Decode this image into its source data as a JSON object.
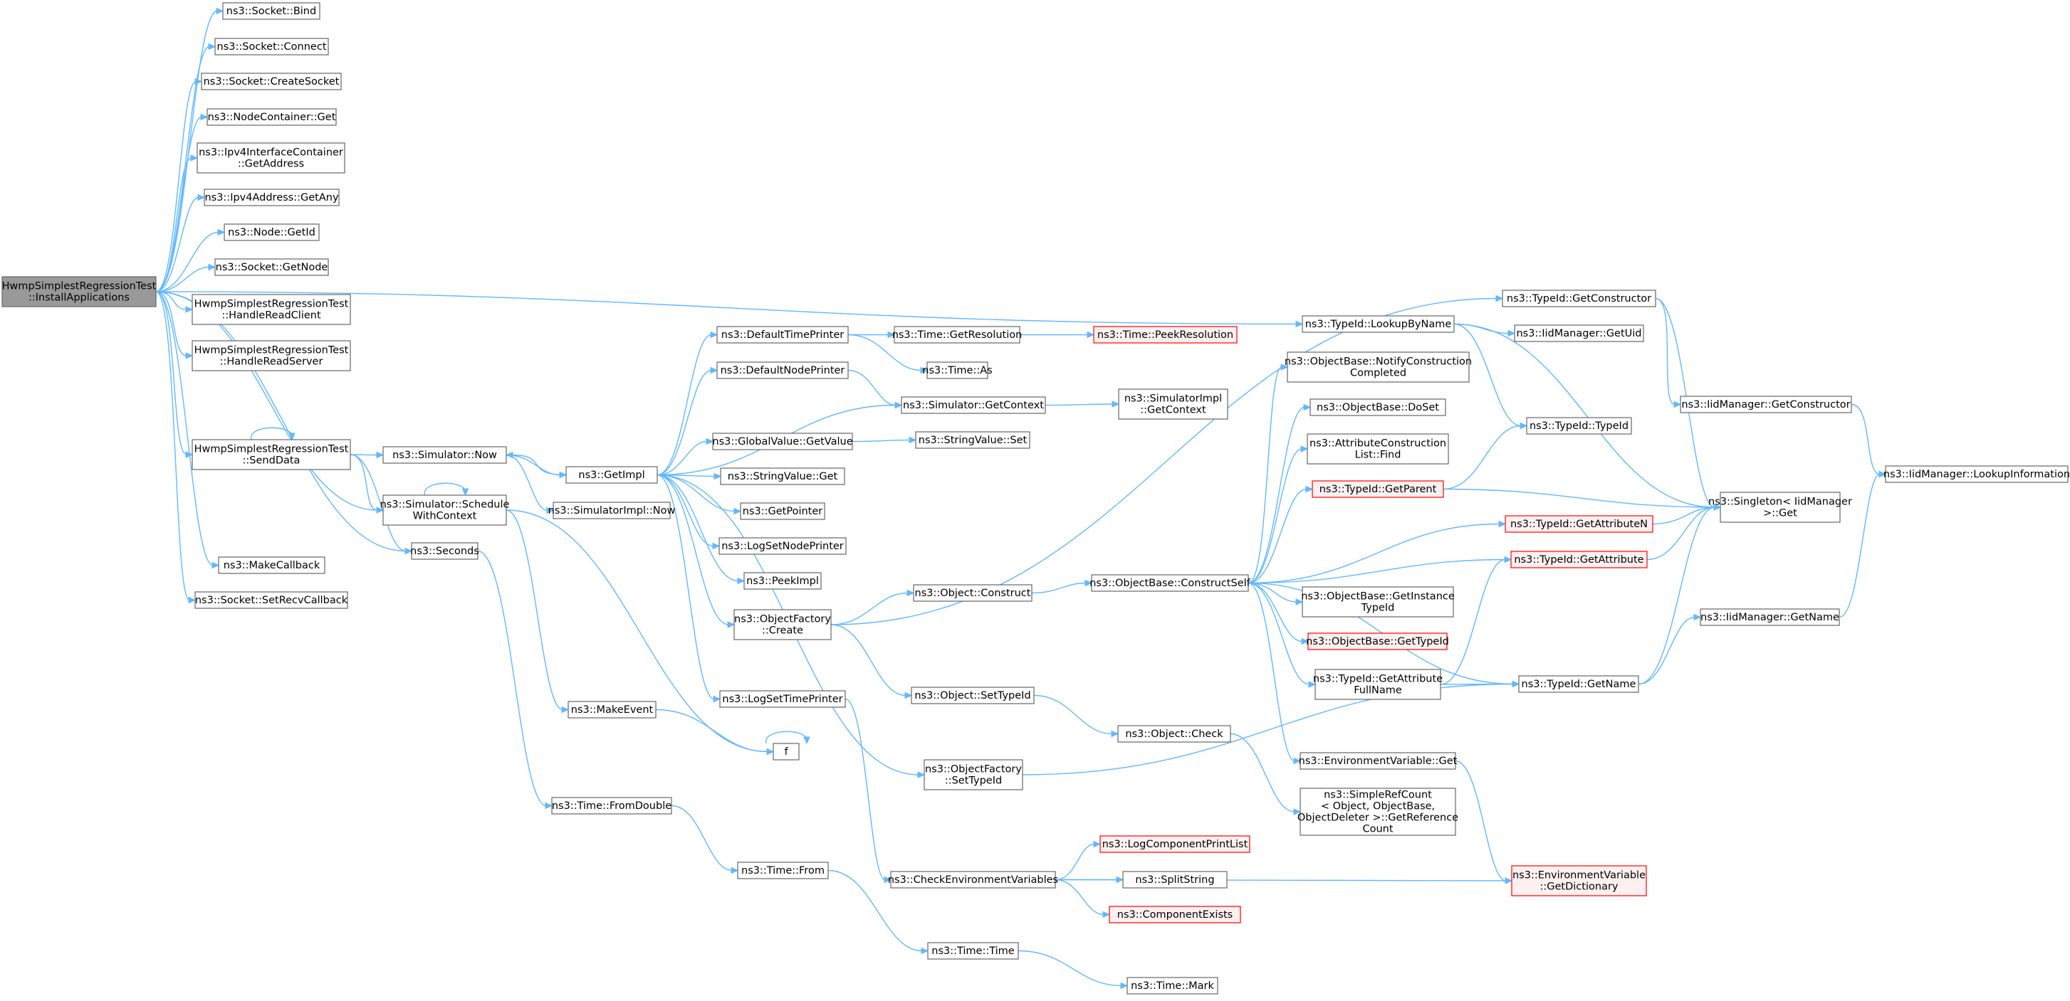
{
  "diagram": {
    "title": "",
    "nodes": [
      {
        "id": "root",
        "lines": [
          "HwmpSimplestRegressionTest",
          "::InstallApplications"
        ],
        "style": "root"
      },
      {
        "id": "sockBind",
        "lines": [
          "ns3::Socket::Bind"
        ],
        "style": "normal"
      },
      {
        "id": "sockConnect",
        "lines": [
          "ns3::Socket::Connect"
        ],
        "style": "normal"
      },
      {
        "id": "sockCreate",
        "lines": [
          "ns3::Socket::CreateSocket"
        ],
        "style": "normal"
      },
      {
        "id": "nodeContGet",
        "lines": [
          "ns3::NodeContainer::Get"
        ],
        "style": "normal"
      },
      {
        "id": "ipv4IfcGetAddr",
        "lines": [
          "ns3::Ipv4InterfaceContainer",
          "::GetAddress"
        ],
        "style": "normal"
      },
      {
        "id": "ipv4GetAny",
        "lines": [
          "ns3::Ipv4Address::GetAny"
        ],
        "style": "normal"
      },
      {
        "id": "nodeGetId",
        "lines": [
          "ns3::Node::GetId"
        ],
        "style": "normal"
      },
      {
        "id": "sockGetNode",
        "lines": [
          "ns3::Socket::GetNode"
        ],
        "style": "normal"
      },
      {
        "id": "handleReadClient",
        "lines": [
          "HwmpSimplestRegressionTest",
          "::HandleReadClient"
        ],
        "style": "normal"
      },
      {
        "id": "handleReadServer",
        "lines": [
          "HwmpSimplestRegressionTest",
          "::HandleReadServer"
        ],
        "style": "normal"
      },
      {
        "id": "sendData",
        "lines": [
          "HwmpSimplestRegressionTest",
          "::SendData"
        ],
        "style": "normal"
      },
      {
        "id": "makeCallback",
        "lines": [
          "ns3::MakeCallback"
        ],
        "style": "normal"
      },
      {
        "id": "setRecvCb",
        "lines": [
          "ns3::Socket::SetRecvCallback"
        ],
        "style": "normal"
      },
      {
        "id": "simNow",
        "lines": [
          "ns3::Simulator::Now"
        ],
        "style": "normal"
      },
      {
        "id": "simSchedule",
        "lines": [
          "ns3::Simulator::Schedule",
          "WithContext"
        ],
        "style": "normal"
      },
      {
        "id": "seconds",
        "lines": [
          "ns3::Seconds"
        ],
        "style": "normal"
      },
      {
        "id": "getImpl",
        "lines": [
          "ns3::GetImpl"
        ],
        "style": "normal"
      },
      {
        "id": "simImplNow",
        "lines": [
          "ns3::SimulatorImpl::Now"
        ],
        "style": "normal"
      },
      {
        "id": "defTimePrinter",
        "lines": [
          "ns3::DefaultTimePrinter"
        ],
        "style": "normal"
      },
      {
        "id": "defNodePrinter",
        "lines": [
          "ns3::DefaultNodePrinter"
        ],
        "style": "normal"
      },
      {
        "id": "globalGetValue",
        "lines": [
          "ns3::GlobalValue::GetValue"
        ],
        "style": "normal"
      },
      {
        "id": "strValGet",
        "lines": [
          "ns3::StringValue::Get"
        ],
        "style": "normal"
      },
      {
        "id": "getPointer",
        "lines": [
          "ns3::GetPointer"
        ],
        "style": "normal"
      },
      {
        "id": "logSetNodePrinter",
        "lines": [
          "ns3::LogSetNodePrinter"
        ],
        "style": "normal"
      },
      {
        "id": "peekImpl",
        "lines": [
          "ns3::PeekImpl"
        ],
        "style": "normal"
      },
      {
        "id": "objFactCreate",
        "lines": [
          "ns3::ObjectFactory",
          "::Create"
        ],
        "style": "normal"
      },
      {
        "id": "logSetTimePrinter",
        "lines": [
          "ns3::LogSetTimePrinter"
        ],
        "style": "normal"
      },
      {
        "id": "makeEvent",
        "lines": [
          "ns3::MakeEvent"
        ],
        "style": "normal"
      },
      {
        "id": "f",
        "lines": [
          "f"
        ],
        "style": "normal"
      },
      {
        "id": "timeFromDouble",
        "lines": [
          "ns3::Time::FromDouble"
        ],
        "style": "normal"
      },
      {
        "id": "timeFrom",
        "lines": [
          "ns3::Time::From"
        ],
        "style": "normal"
      },
      {
        "id": "timeGetRes",
        "lines": [
          "ns3::Time::GetResolution"
        ],
        "style": "normal"
      },
      {
        "id": "timePeekRes",
        "lines": [
          "ns3::Time::PeekResolution"
        ],
        "style": "red"
      },
      {
        "id": "timeAs",
        "lines": [
          "ns3::Time::As"
        ],
        "style": "normal"
      },
      {
        "id": "simGetContext",
        "lines": [
          "ns3::Simulator::GetContext"
        ],
        "style": "normal"
      },
      {
        "id": "simImplGetContext",
        "lines": [
          "ns3::SimulatorImpl",
          "::GetContext"
        ],
        "style": "normal"
      },
      {
        "id": "strValSet",
        "lines": [
          "ns3::StringValue::Set"
        ],
        "style": "normal"
      },
      {
        "id": "objConstruct",
        "lines": [
          "ns3::Object::Construct"
        ],
        "style": "normal"
      },
      {
        "id": "objSetTypeId",
        "lines": [
          "ns3::Object::SetTypeId"
        ],
        "style": "normal"
      },
      {
        "id": "objFactSetTypeId",
        "lines": [
          "ns3::ObjectFactory",
          "::SetTypeId"
        ],
        "style": "normal"
      },
      {
        "id": "checkEnvVars",
        "lines": [
          "ns3::CheckEnvironmentVariables"
        ],
        "style": "normal"
      },
      {
        "id": "timeTime",
        "lines": [
          "ns3::Time::Time"
        ],
        "style": "normal"
      },
      {
        "id": "timeMark",
        "lines": [
          "ns3::Time::Mark"
        ],
        "style": "normal"
      },
      {
        "id": "logCompPrintList",
        "lines": [
          "ns3::LogComponentPrintList"
        ],
        "style": "red"
      },
      {
        "id": "splitString",
        "lines": [
          "ns3::SplitString"
        ],
        "style": "normal"
      },
      {
        "id": "componentExists",
        "lines": [
          "ns3::ComponentExists"
        ],
        "style": "red"
      },
      {
        "id": "objCheck",
        "lines": [
          "ns3::Object::Check"
        ],
        "style": "normal"
      },
      {
        "id": "objBaseConstructSelf",
        "lines": [
          "ns3::ObjectBase::ConstructSelf"
        ],
        "style": "normal"
      },
      {
        "id": "typeIdLookupByName",
        "lines": [
          "ns3::TypeId::LookupByName"
        ],
        "style": "normal"
      },
      {
        "id": "notifyConstruction",
        "lines": [
          "ns3::ObjectBase::NotifyConstruction",
          "Completed"
        ],
        "style": "normal"
      },
      {
        "id": "objBaseDoSet",
        "lines": [
          "ns3::ObjectBase::DoSet"
        ],
        "style": "normal"
      },
      {
        "id": "attrConstrFind",
        "lines": [
          "ns3::AttributeConstruction",
          "List::Find"
        ],
        "style": "normal"
      },
      {
        "id": "typeIdGetParent",
        "lines": [
          "ns3::TypeId::GetParent"
        ],
        "style": "red"
      },
      {
        "id": "objBaseGetInstTid",
        "lines": [
          "ns3::ObjectBase::GetInstance",
          "TypeId"
        ],
        "style": "normal"
      },
      {
        "id": "objBaseGetTid",
        "lines": [
          "ns3::ObjectBase::GetTypeId"
        ],
        "style": "red"
      },
      {
        "id": "tidGetAttrFullName",
        "lines": [
          "ns3::TypeId::GetAttribute",
          "FullName"
        ],
        "style": "normal"
      },
      {
        "id": "envVarGet",
        "lines": [
          "ns3::EnvironmentVariable::Get"
        ],
        "style": "normal"
      },
      {
        "id": "simpleRefCount",
        "lines": [
          "ns3::SimpleRefCount",
          "< Object, ObjectBase,",
          " ObjectDeleter >::GetReference",
          "Count"
        ],
        "style": "normal"
      },
      {
        "id": "tidGetConstructor",
        "lines": [
          "ns3::TypeId::GetConstructor"
        ],
        "style": "normal"
      },
      {
        "id": "iidMgrGetUid",
        "lines": [
          "ns3::IidManager::GetUid"
        ],
        "style": "normal"
      },
      {
        "id": "tidTypeId",
        "lines": [
          "ns3::TypeId::TypeId"
        ],
        "style": "normal"
      },
      {
        "id": "tidGetAttrN",
        "lines": [
          "ns3::TypeId::GetAttributeN"
        ],
        "style": "red"
      },
      {
        "id": "tidGetAttr",
        "lines": [
          "ns3::TypeId::GetAttribute"
        ],
        "style": "red"
      },
      {
        "id": "tidGetName",
        "lines": [
          "ns3::TypeId::GetName"
        ],
        "style": "normal"
      },
      {
        "id": "envVarGetDict",
        "lines": [
          "ns3::EnvironmentVariable",
          "::GetDictionary"
        ],
        "style": "red"
      },
      {
        "id": "iidMgrGetConstructor",
        "lines": [
          "ns3::IidManager::GetConstructor"
        ],
        "style": "normal"
      },
      {
        "id": "singletonGet",
        "lines": [
          "ns3::Singleton< IidManager",
          " >::Get"
        ],
        "style": "normal"
      },
      {
        "id": "iidMgrGetName",
        "lines": [
          "ns3::IidManager::GetName"
        ],
        "style": "normal"
      },
      {
        "id": "iidMgrLookupInfo",
        "lines": [
          "ns3::IidManager::LookupInformation"
        ],
        "style": "normal"
      }
    ],
    "edges": [
      [
        "root",
        "sockBind"
      ],
      [
        "root",
        "sockConnect"
      ],
      [
        "root",
        "sockCreate"
      ],
      [
        "root",
        "nodeContGet"
      ],
      [
        "root",
        "ipv4IfcGetAddr"
      ],
      [
        "root",
        "ipv4GetAny"
      ],
      [
        "root",
        "nodeGetId"
      ],
      [
        "root",
        "sockGetNode"
      ],
      [
        "root",
        "handleReadClient"
      ],
      [
        "root",
        "handleReadServer"
      ],
      [
        "root",
        "sendData"
      ],
      [
        "root",
        "simSchedule"
      ],
      [
        "root",
        "seconds"
      ],
      [
        "root",
        "makeCallback"
      ],
      [
        "root",
        "setRecvCb"
      ],
      [
        "root",
        "typeIdLookupByName"
      ],
      [
        "sendData",
        "sendData"
      ],
      [
        "sendData",
        "simNow"
      ],
      [
        "sendData",
        "simSchedule"
      ],
      [
        "sendData",
        "seconds"
      ],
      [
        "simNow",
        "getImpl"
      ],
      [
        "simNow",
        "simImplNow"
      ],
      [
        "simSchedule",
        "simSchedule"
      ],
      [
        "simSchedule",
        "makeEvent"
      ],
      [
        "simSchedule",
        "f"
      ],
      [
        "seconds",
        "timeFromDouble"
      ],
      [
        "getImpl",
        "simNow"
      ],
      [
        "getImpl",
        "defTimePrinter"
      ],
      [
        "getImpl",
        "defNodePrinter"
      ],
      [
        "getImpl",
        "simGetContext"
      ],
      [
        "getImpl",
        "globalGetValue"
      ],
      [
        "getImpl",
        "strValGet"
      ],
      [
        "getImpl",
        "getPointer"
      ],
      [
        "getImpl",
        "logSetNodePrinter"
      ],
      [
        "getImpl",
        "peekImpl"
      ],
      [
        "getImpl",
        "objFactCreate"
      ],
      [
        "getImpl",
        "logSetTimePrinter"
      ],
      [
        "getImpl",
        "objFactSetTypeId"
      ],
      [
        "defTimePrinter",
        "timeGetRes"
      ],
      [
        "defTimePrinter",
        "timeAs"
      ],
      [
        "timeGetRes",
        "timePeekRes"
      ],
      [
        "defNodePrinter",
        "simGetContext"
      ],
      [
        "simGetContext",
        "simImplGetContext"
      ],
      [
        "globalGetValue",
        "strValSet"
      ],
      [
        "objFactCreate",
        "objConstruct"
      ],
      [
        "objFactCreate",
        "objSetTypeId"
      ],
      [
        "objFactCreate",
        "tidGetConstructor"
      ],
      [
        "objConstruct",
        "objBaseConstructSelf"
      ],
      [
        "objSetTypeId",
        "objCheck"
      ],
      [
        "objCheck",
        "simpleRefCount"
      ],
      [
        "objFactSetTypeId",
        "tidGetName"
      ],
      [
        "logSetTimePrinter",
        "checkEnvVars"
      ],
      [
        "checkEnvVars",
        "logCompPrintList"
      ],
      [
        "checkEnvVars",
        "splitString"
      ],
      [
        "checkEnvVars",
        "componentExists"
      ],
      [
        "checkEnvVars",
        "envVarGetDict"
      ],
      [
        "makeEvent",
        "f"
      ],
      [
        "f",
        "f"
      ],
      [
        "timeFromDouble",
        "timeFrom"
      ],
      [
        "timeFrom",
        "timeTime"
      ],
      [
        "timeTime",
        "timeMark"
      ],
      [
        "objBaseConstructSelf",
        "notifyConstruction"
      ],
      [
        "objBaseConstructSelf",
        "objBaseDoSet"
      ],
      [
        "objBaseConstructSelf",
        "attrConstrFind"
      ],
      [
        "objBaseConstructSelf",
        "typeIdGetParent"
      ],
      [
        "objBaseConstructSelf",
        "tidGetAttrN"
      ],
      [
        "objBaseConstructSelf",
        "tidGetAttr"
      ],
      [
        "objBaseConstructSelf",
        "objBaseGetInstTid"
      ],
      [
        "objBaseConstructSelf",
        "objBaseGetTid"
      ],
      [
        "objBaseConstructSelf",
        "tidGetAttrFullName"
      ],
      [
        "objBaseConstructSelf",
        "tidGetName"
      ],
      [
        "objBaseConstructSelf",
        "envVarGet"
      ],
      [
        "typeIdLookupByName",
        "iidMgrGetUid"
      ],
      [
        "typeIdLookupByName",
        "tidTypeId"
      ],
      [
        "typeIdLookupByName",
        "singletonGet"
      ],
      [
        "typeIdGetParent",
        "tidTypeId"
      ],
      [
        "typeIdGetParent",
        "singletonGet"
      ],
      [
        "tidGetAttrFullName",
        "tidGetAttr"
      ],
      [
        "tidGetAttrFullName",
        "tidGetName"
      ],
      [
        "envVarGet",
        "envVarGetDict"
      ],
      [
        "tidGetConstructor",
        "iidMgrGetConstructor"
      ],
      [
        "tidGetConstructor",
        "singletonGet"
      ],
      [
        "tidGetAttrN",
        "singletonGet"
      ],
      [
        "tidGetAttr",
        "singletonGet"
      ],
      [
        "tidGetName",
        "singletonGet"
      ],
      [
        "tidGetName",
        "iidMgrGetName"
      ],
      [
        "iidMgrGetConstructor",
        "iidMgrLookupInfo"
      ],
      [
        "iidMgrGetName",
        "iidMgrLookupInfo"
      ]
    ]
  }
}
